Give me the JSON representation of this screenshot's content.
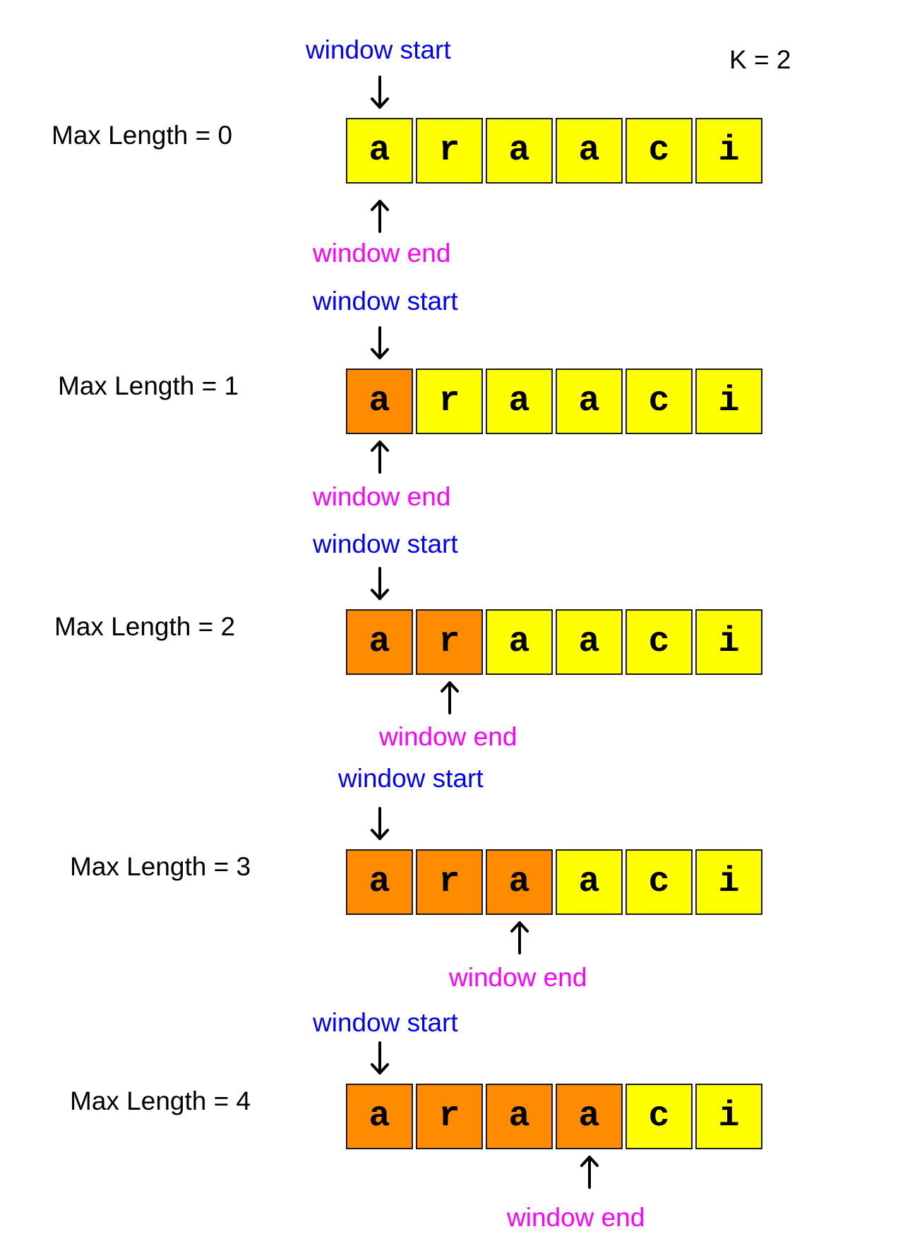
{
  "k_label": "K = 2",
  "pointer_labels": {
    "start": "window start",
    "end": "window end"
  },
  "colors": {
    "in_window": "#FF8C00",
    "out_window": "#FFFF00",
    "start_label": "#0000FF",
    "end_label": "#FF00FF"
  },
  "steps": [
    {
      "max_length": "Max Length = 0",
      "cells": [
        "a",
        "r",
        "a",
        "a",
        "c",
        "i"
      ],
      "window_start": 0,
      "window_end": 0,
      "window_size": 0
    },
    {
      "max_length": "Max Length = 1",
      "cells": [
        "a",
        "r",
        "a",
        "a",
        "c",
        "i"
      ],
      "window_start": 0,
      "window_end": 0,
      "window_size": 1
    },
    {
      "max_length": "Max Length = 2",
      "cells": [
        "a",
        "r",
        "a",
        "a",
        "c",
        "i"
      ],
      "window_start": 0,
      "window_end": 1,
      "window_size": 2
    },
    {
      "max_length": "Max Length = 3",
      "cells": [
        "a",
        "r",
        "a",
        "a",
        "c",
        "i"
      ],
      "window_start": 0,
      "window_end": 2,
      "window_size": 3
    },
    {
      "max_length": "Max Length = 4",
      "cells": [
        "a",
        "r",
        "a",
        "a",
        "c",
        "i"
      ],
      "window_start": 0,
      "window_end": 3,
      "window_size": 4
    }
  ]
}
